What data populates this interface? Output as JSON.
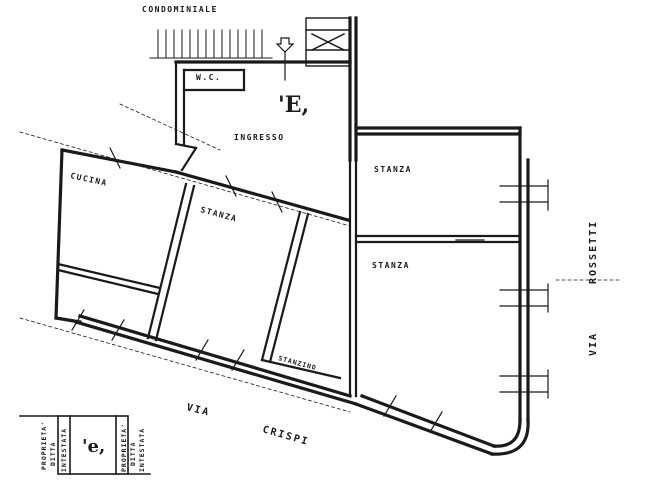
{
  "plan": {
    "top_label": "CONDOMINIALE",
    "unit_mark": "'E,",
    "rooms": {
      "ingresso": "INGRESSO",
      "wc": "W.C.",
      "cucina": "CUCINA",
      "stanza_center": "STANZA",
      "stanza_right_upper": "STANZA",
      "stanza_right_lower": "STANZA",
      "stanzino": "STANZINO"
    },
    "streets": {
      "via_bottom": "VIA",
      "crispi": "CRISPI",
      "rossetti": "ROSSETTI",
      "via_right": "VIA"
    },
    "legend": {
      "mark": "'e,",
      "left_lines": [
        "PROPRIETA'",
        "DITTA",
        "INTESTATA"
      ],
      "right_lines": [
        "PROPRIETA'",
        "DITTA",
        "INTESTATA"
      ]
    }
  }
}
